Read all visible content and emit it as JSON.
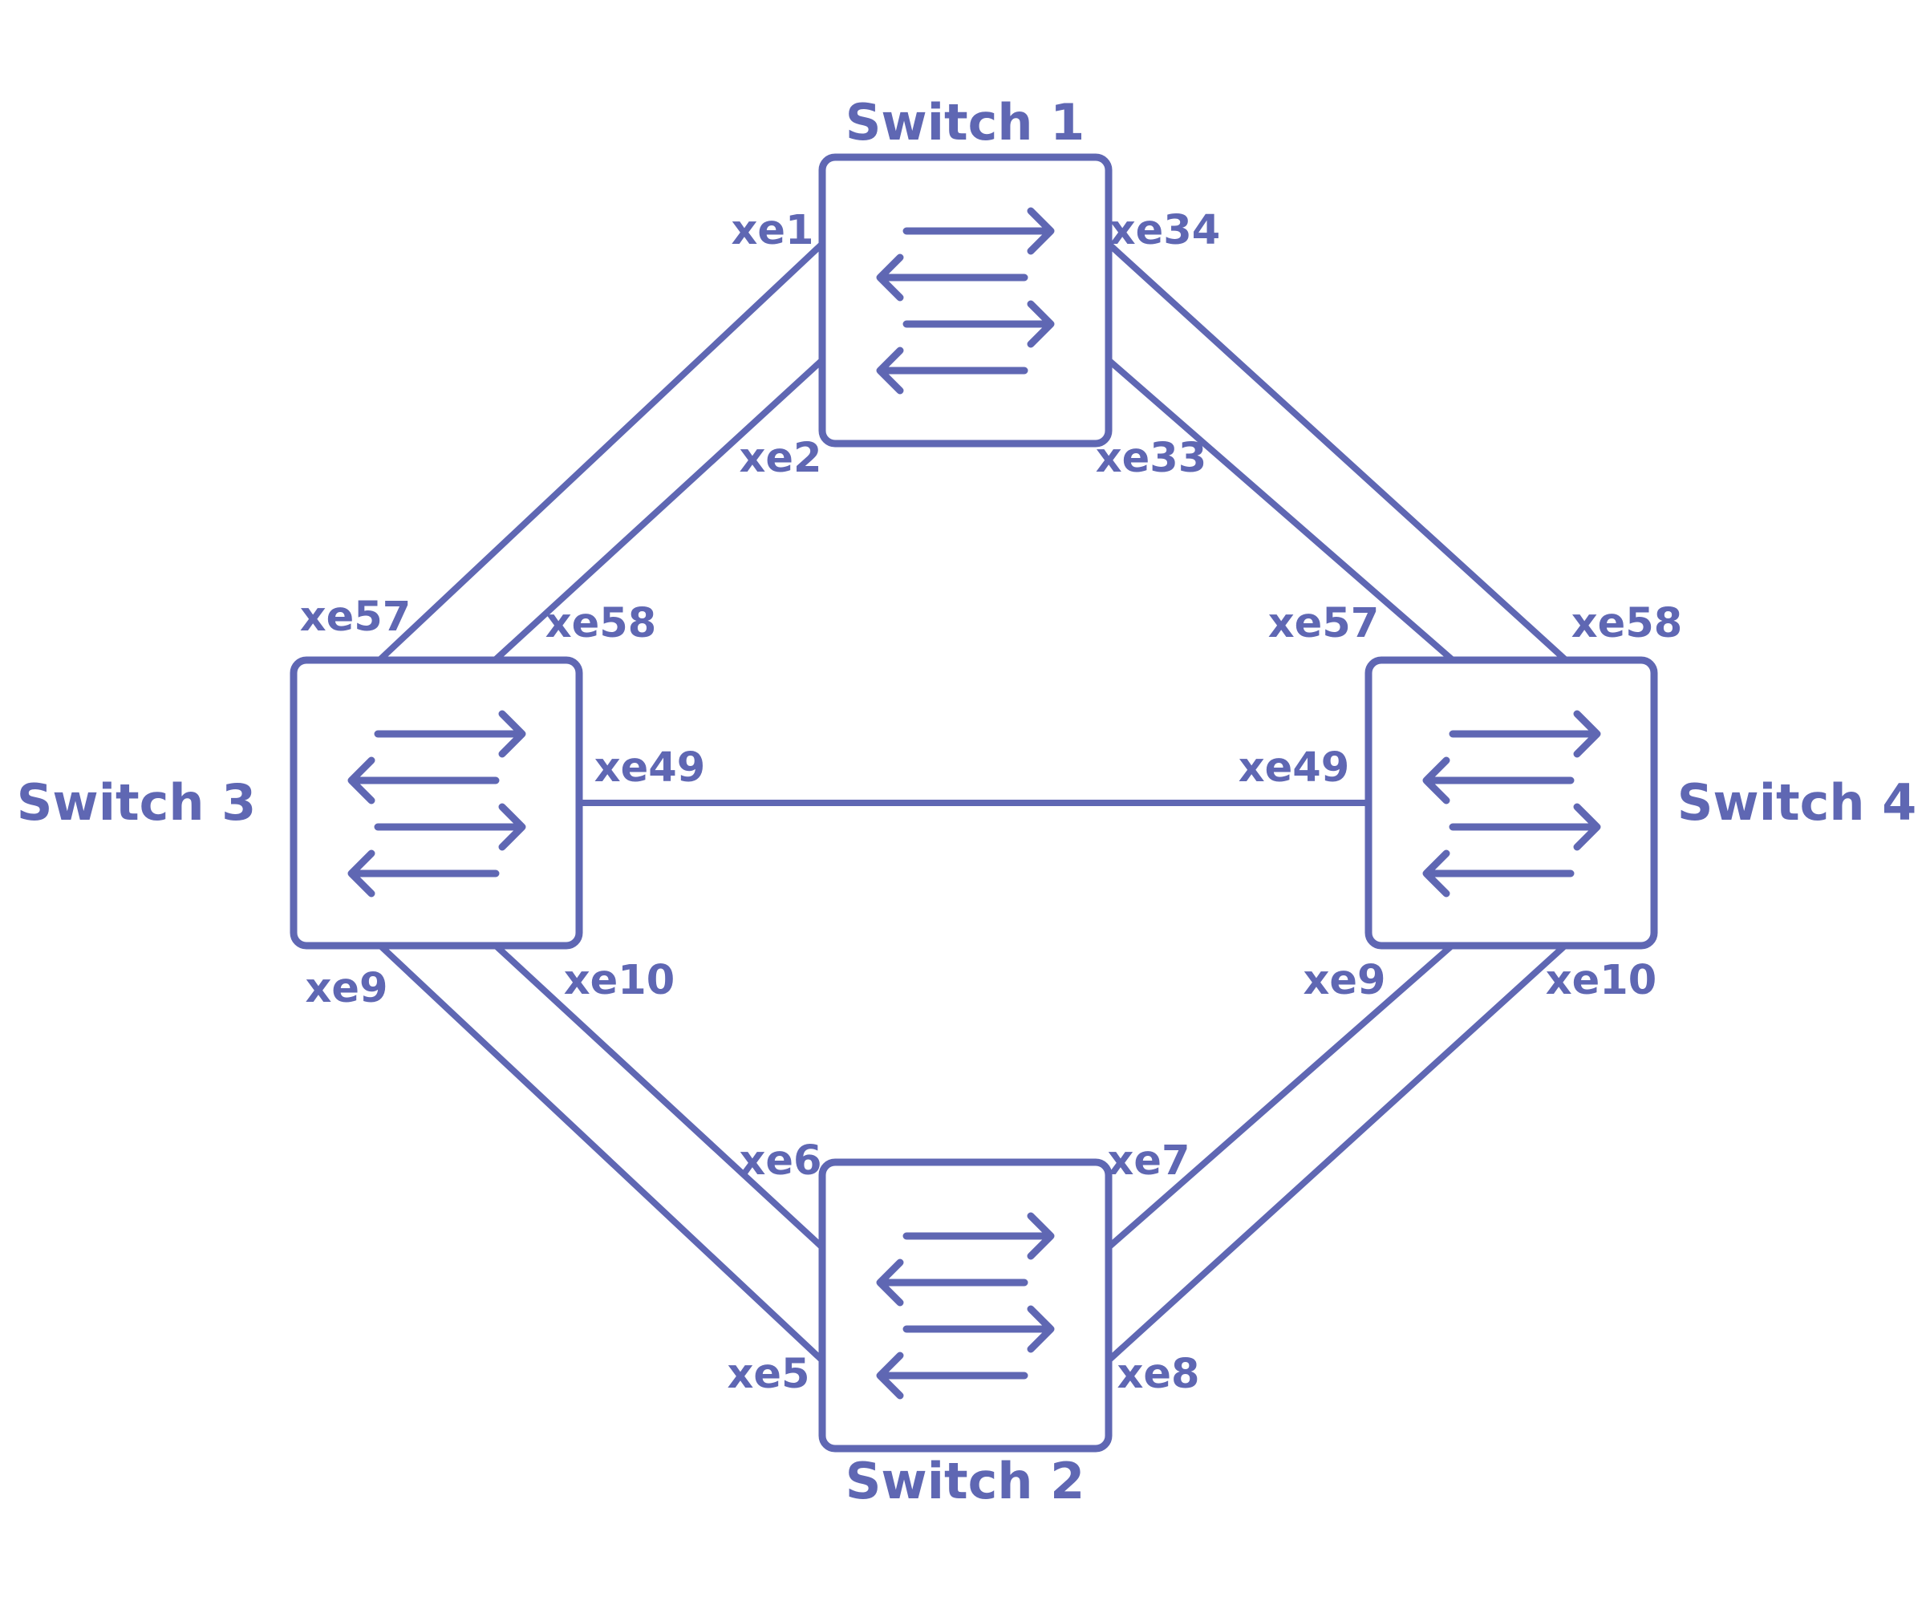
{
  "colors": {
    "stroke": "#5F67B3",
    "background": "#FFFFFF"
  },
  "switches": {
    "s1": {
      "name": "Switch 1",
      "icon": "bidirectional-arrows-icon"
    },
    "s2": {
      "name": "Switch 2",
      "icon": "bidirectional-arrows-icon"
    },
    "s3": {
      "name": "Switch 3",
      "icon": "bidirectional-arrows-icon"
    },
    "s4": {
      "name": "Switch 4",
      "icon": "bidirectional-arrows-icon"
    }
  },
  "links": [
    {
      "from": "Switch 1",
      "from_port": "xe1",
      "to": "Switch 3",
      "to_port": "xe57"
    },
    {
      "from": "Switch 1",
      "from_port": "xe2",
      "to": "Switch 3",
      "to_port": "xe58"
    },
    {
      "from": "Switch 1",
      "from_port": "xe34",
      "to": "Switch 4",
      "to_port": "xe58"
    },
    {
      "from": "Switch 1",
      "from_port": "xe33",
      "to": "Switch 4",
      "to_port": "xe57"
    },
    {
      "from": "Switch 3",
      "from_port": "xe49",
      "to": "Switch 4",
      "to_port": "xe49"
    },
    {
      "from": "Switch 3",
      "from_port": "xe10",
      "to": "Switch 2",
      "to_port": "xe6"
    },
    {
      "from": "Switch 3",
      "from_port": "xe9",
      "to": "Switch 2",
      "to_port": "xe5"
    },
    {
      "from": "Switch 4",
      "from_port": "xe9",
      "to": "Switch 2",
      "to_port": "xe7"
    },
    {
      "from": "Switch 4",
      "from_port": "xe10",
      "to": "Switch 2",
      "to_port": "xe8"
    }
  ]
}
